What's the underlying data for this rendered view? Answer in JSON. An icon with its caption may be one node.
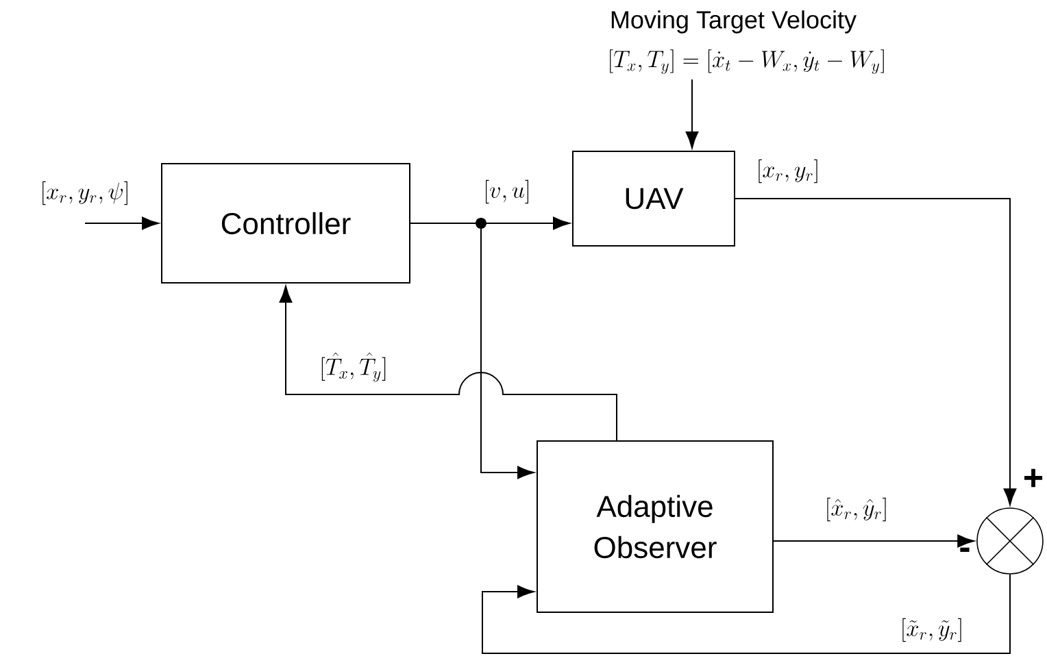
{
  "diagram": {
    "nodes": [
      {
        "text": [
          "Controller"
        ]
      },
      {
        "text": [
          "UAV"
        ]
      },
      {
        "text": [
          "Adaptive Observer"
        ]
      },
      {
        "text": [],
        "shape": "circle",
        "beside": [
          "+",
          "-"
        ]
      }
    ],
    "edges": [
      {
        "from": null,
        "to": 0,
        "arrow": "to",
        "label": "[x_r, y_r, \\psi]"
      },
      {
        "from": null,
        "to": 1,
        "arrow": "to",
        "label": "[T_x, T_y] = [\\dot{x}_t - W_x, \\dot{y}_t - W_y]"
      },
      {
        "from": 0,
        "to": 1,
        "arrow": "to",
        "label": "[v, u]"
      },
      {
        "from": 0,
        "to": 2,
        "arrow": "to"
      },
      {
        "from": 1,
        "to": 3,
        "arrow": "to",
        "label": "[x_r, y_r]"
      },
      {
        "from": 2,
        "to": 3,
        "arrow": "to",
        "label": "[\\hat{x}_r, \\hat{y}_r]"
      },
      {
        "from": 2,
        "to": 0,
        "arrow": "to",
        "label": "[\\hat{T}_x, \\hat{T}_y]"
      },
      {
        "from": 3,
        "to": 2,
        "arrow": "to",
        "label": "[\\tilde{x}_r, \\tilde{y}_r]"
      }
    ],
    "labels": [
      "Moving Target Velocity"
    ]
  }
}
